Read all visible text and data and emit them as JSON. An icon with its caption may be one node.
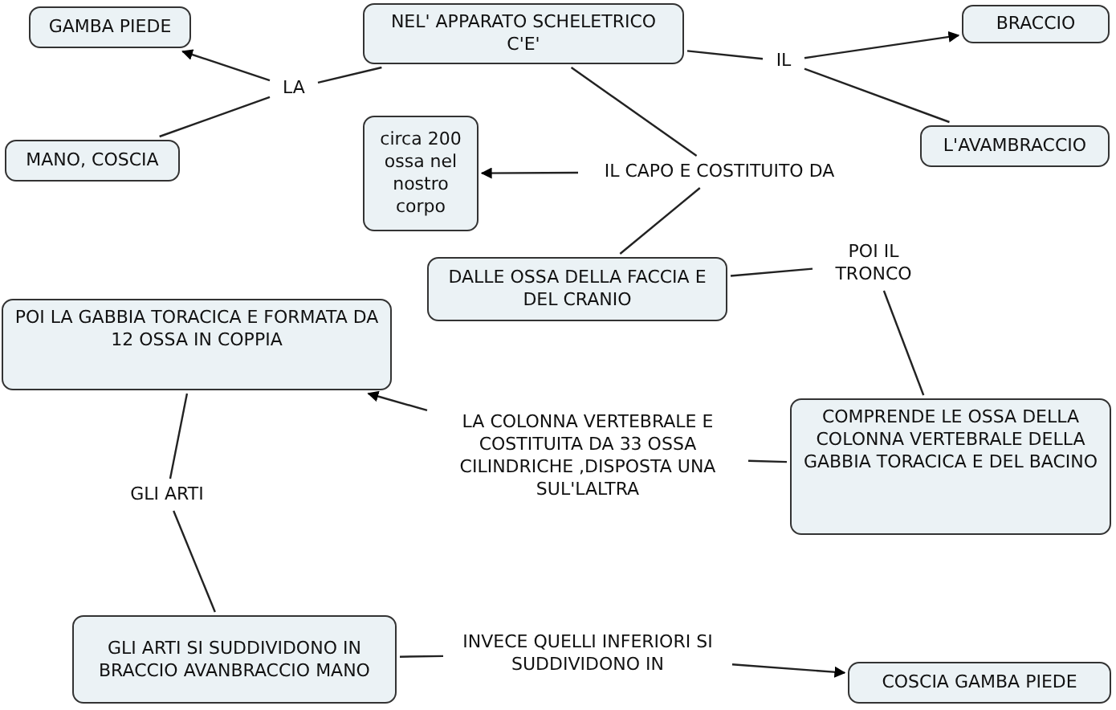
{
  "diagram": {
    "nodes": [
      {
        "text": [
          "NEL' APPARATO SCHELETRICO C'E'"
        ]
      },
      {
        "text": [
          "GAMBA PIEDE"
        ]
      },
      {
        "text": [
          "LA"
        ]
      },
      {
        "text": [
          "MANO, COSCIA"
        ]
      },
      {
        "text": [
          "IL"
        ]
      },
      {
        "text": [
          "BRACCIO"
        ]
      },
      {
        "text": [
          "L'AVAMBRACCIO"
        ]
      },
      {
        "text": [
          "IL CAPO E COSTITUITO DA"
        ]
      },
      {
        "text": [
          "circa 200 ossa nel nostro corpo"
        ]
      },
      {
        "text": [
          "DALLE OSSA DELLA FACCIA E DEL CRANIO"
        ]
      },
      {
        "text": [
          "POI IL TRONCO"
        ]
      },
      {
        "text": [
          "COMPRENDE LE OSSA DELLA COLONNA VERTEBRALE DELLA GABBIA TORACICA E DEL BACINO"
        ]
      },
      {
        "text": [
          "LA COLONNA VERTEBRALE E COSTITUITA DA 33 OSSA CILINDRICHE ,DISPOSTA UNA SUL'LALTRA"
        ]
      },
      {
        "text": [
          "POI LA GABBIA TORACICA E FORMATA DA 12 OSSA IN COPPIA"
        ]
      },
      {
        "text": [
          "GLI ARTI"
        ]
      },
      {
        "text": [
          "GLI ARTI SI SUDDIVIDONO IN BRACCIO AVANBRACCIO MANO"
        ]
      },
      {
        "text": [
          "INVECE QUELLI INFERIORI SI SUDDIVIDONO IN"
        ]
      },
      {
        "text": [
          "COSCIA GAMBA PIEDE"
        ]
      }
    ],
    "edges": [
      {
        "from": 0,
        "to": 2,
        "arrow": "none"
      },
      {
        "from": 2,
        "to": 1,
        "arrow": "to"
      },
      {
        "from": 2,
        "to": 3,
        "arrow": "none"
      },
      {
        "from": 0,
        "to": 4,
        "arrow": "none"
      },
      {
        "from": 4,
        "to": 5,
        "arrow": "to"
      },
      {
        "from": 4,
        "to": 6,
        "arrow": "none"
      },
      {
        "from": 0,
        "to": 7,
        "arrow": "none"
      },
      {
        "from": 7,
        "to": 8,
        "arrow": "to"
      },
      {
        "from": 7,
        "to": 9,
        "arrow": "none"
      },
      {
        "from": 9,
        "to": 10,
        "arrow": "none"
      },
      {
        "from": 10,
        "to": 11,
        "arrow": "none"
      },
      {
        "from": 11,
        "to": 12,
        "arrow": "none"
      },
      {
        "from": 12,
        "to": 13,
        "arrow": "to"
      },
      {
        "from": 13,
        "to": 14,
        "arrow": "none"
      },
      {
        "from": 14,
        "to": 15,
        "arrow": "none"
      },
      {
        "from": 15,
        "to": 16,
        "arrow": "none"
      },
      {
        "from": 16,
        "to": 17,
        "arrow": "to"
      }
    ]
  }
}
